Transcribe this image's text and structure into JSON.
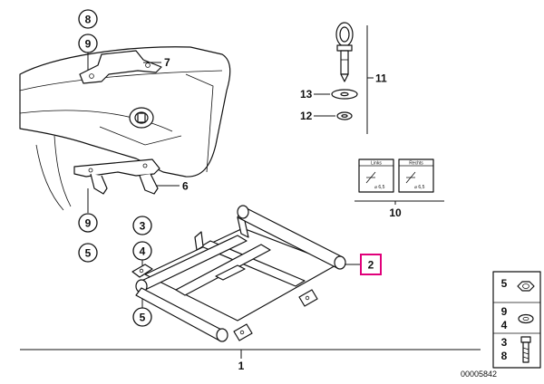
{
  "callouts": {
    "c8": "8",
    "c9a": "9",
    "c7": "7",
    "c6": "6",
    "c9b": "9",
    "c5a": "5",
    "c3": "3",
    "c4": "4",
    "c5b": "5",
    "c11": "11",
    "c13": "13",
    "c12": "12",
    "c10": "10",
    "c2": "2",
    "c1": "1"
  },
  "labels_panel": {
    "left_title": "Links",
    "right_title": "Rechts",
    "left_code": "⌀ 6,5",
    "right_code": "⌀ 6,5"
  },
  "legend": {
    "row1": "5",
    "row2a": "9",
    "row2b": "4",
    "row3a": "3",
    "row3b": "8"
  },
  "diagram_id": "00005842",
  "colors": {
    "highlight": "#e0007a",
    "ink": "#111111"
  }
}
